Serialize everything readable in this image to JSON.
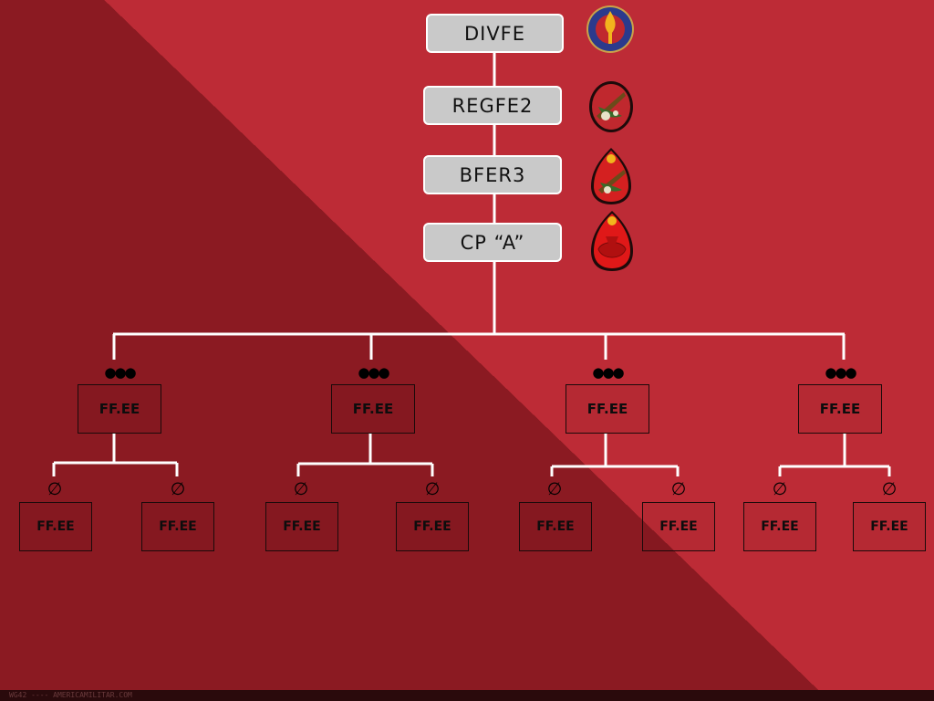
{
  "hq_units": [
    {
      "label": "DIVFE",
      "insignia": "division-insignia-icon"
    },
    {
      "label": "REGFE2",
      "insignia": "regiment-insignia-icon"
    },
    {
      "label": "BFER3",
      "insignia": "battalion-insignia-icon"
    },
    {
      "label": "CP “A”",
      "insignia": "company-insignia-icon"
    }
  ],
  "platoons": [
    {
      "label": "FF.EE",
      "symbol": "●●●",
      "sections": [
        {
          "label": "FF.EE",
          "symbol": "∅"
        },
        {
          "label": "FF.EE",
          "symbol": "∅"
        }
      ]
    },
    {
      "label": "FF.EE",
      "symbol": "●●●",
      "sections": [
        {
          "label": "FF.EE",
          "symbol": "∅"
        },
        {
          "label": "FF.EE",
          "symbol": "∅"
        }
      ]
    },
    {
      "label": "FF.EE",
      "symbol": "●●●",
      "sections": [
        {
          "label": "FF.EE",
          "symbol": "∅"
        },
        {
          "label": "FF.EE",
          "symbol": "∅"
        }
      ]
    },
    {
      "label": "FF.EE",
      "symbol": "●●●",
      "sections": [
        {
          "label": "FF.EE",
          "symbol": "∅"
        },
        {
          "label": "FF.EE",
          "symbol": "∅"
        }
      ]
    }
  ],
  "footer": {
    "text": "WG42 ---- AMERICAMILITAR.COM"
  },
  "colors": {
    "background_dark": "#8b1a22",
    "background_light": "#bd2b36",
    "connector_line": "#ffffff",
    "hq_box_fill": "#c9c9c9",
    "unit_box_border": "#1a0a0a"
  }
}
